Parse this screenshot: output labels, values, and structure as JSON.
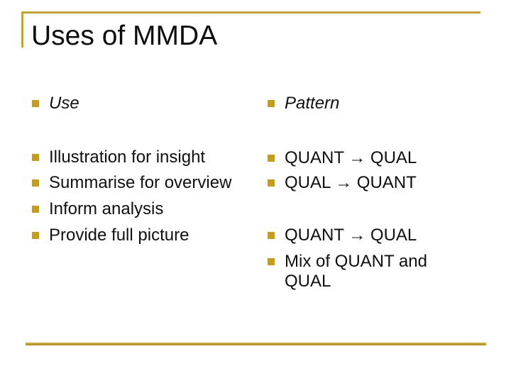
{
  "slide_title": "Uses of MMDA",
  "colors": {
    "accent_gold": "#C2A331",
    "bullet_gold": "#C49C1E",
    "text": "#111111",
    "background": "#FFFFFF"
  },
  "left_column": {
    "header": "Use",
    "items": [
      "Illustration for insight",
      "Summarise for overview",
      "Inform analysis",
      "Provide full picture"
    ]
  },
  "right_column": {
    "header": "Pattern",
    "items": [
      "QUANT → QUAL",
      "QUAL → QUANT",
      "QUANT → QUAL",
      "Mix of QUANT and QUAL"
    ]
  }
}
